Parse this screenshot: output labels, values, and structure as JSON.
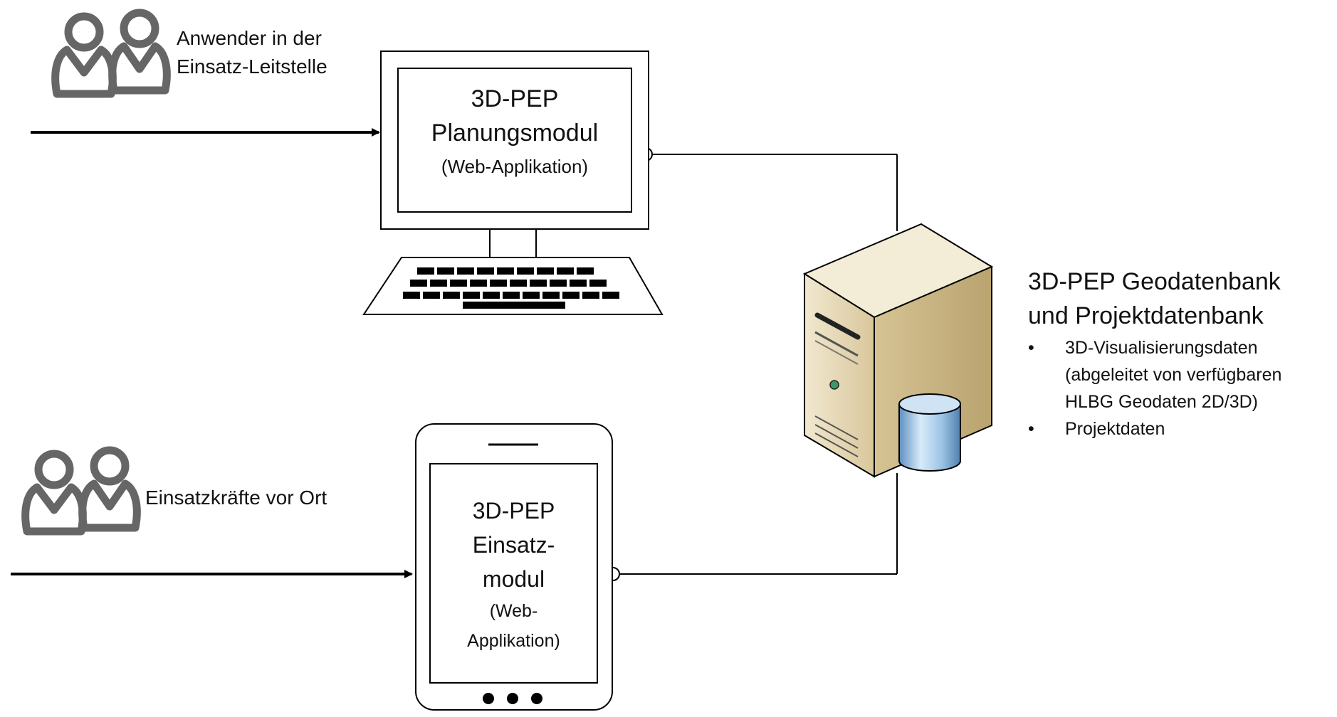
{
  "users_control_room": {
    "line1": "Anwender in der",
    "line2": "Einsatz-Leitstelle"
  },
  "users_field": {
    "label": "Einsatzkräfte vor Ort"
  },
  "planning_module": {
    "line1": "3D-PEP",
    "line2": "Planungsmodul",
    "line3": "(Web-Applikation)"
  },
  "field_module": {
    "line1": "3D-PEP",
    "line2": "Einsatz-",
    "line3": "modul",
    "line4": "(Web-",
    "line5": "Applikation)"
  },
  "database": {
    "title_line1": "3D-PEP Geodatenbank",
    "title_line2": "und Projektdatenbank",
    "bullets": [
      {
        "line1": "3D-Visualisierungsdaten",
        "line2": "(abgeleitet von verfügbaren",
        "line3": "HLBG Geodaten 2D/3D)"
      },
      {
        "line1": "Projektdaten"
      }
    ]
  },
  "icons": [
    "users-icon",
    "desktop-computer-icon",
    "keyboard-icon",
    "tablet-icon",
    "server-icon",
    "database-cylinder-icon"
  ],
  "colors": {
    "line": "#000000",
    "user_icon": "#666666",
    "server_face": "#e2d3ad",
    "server_side": "#cdb98a",
    "cylinder": "#8fb8dc"
  }
}
